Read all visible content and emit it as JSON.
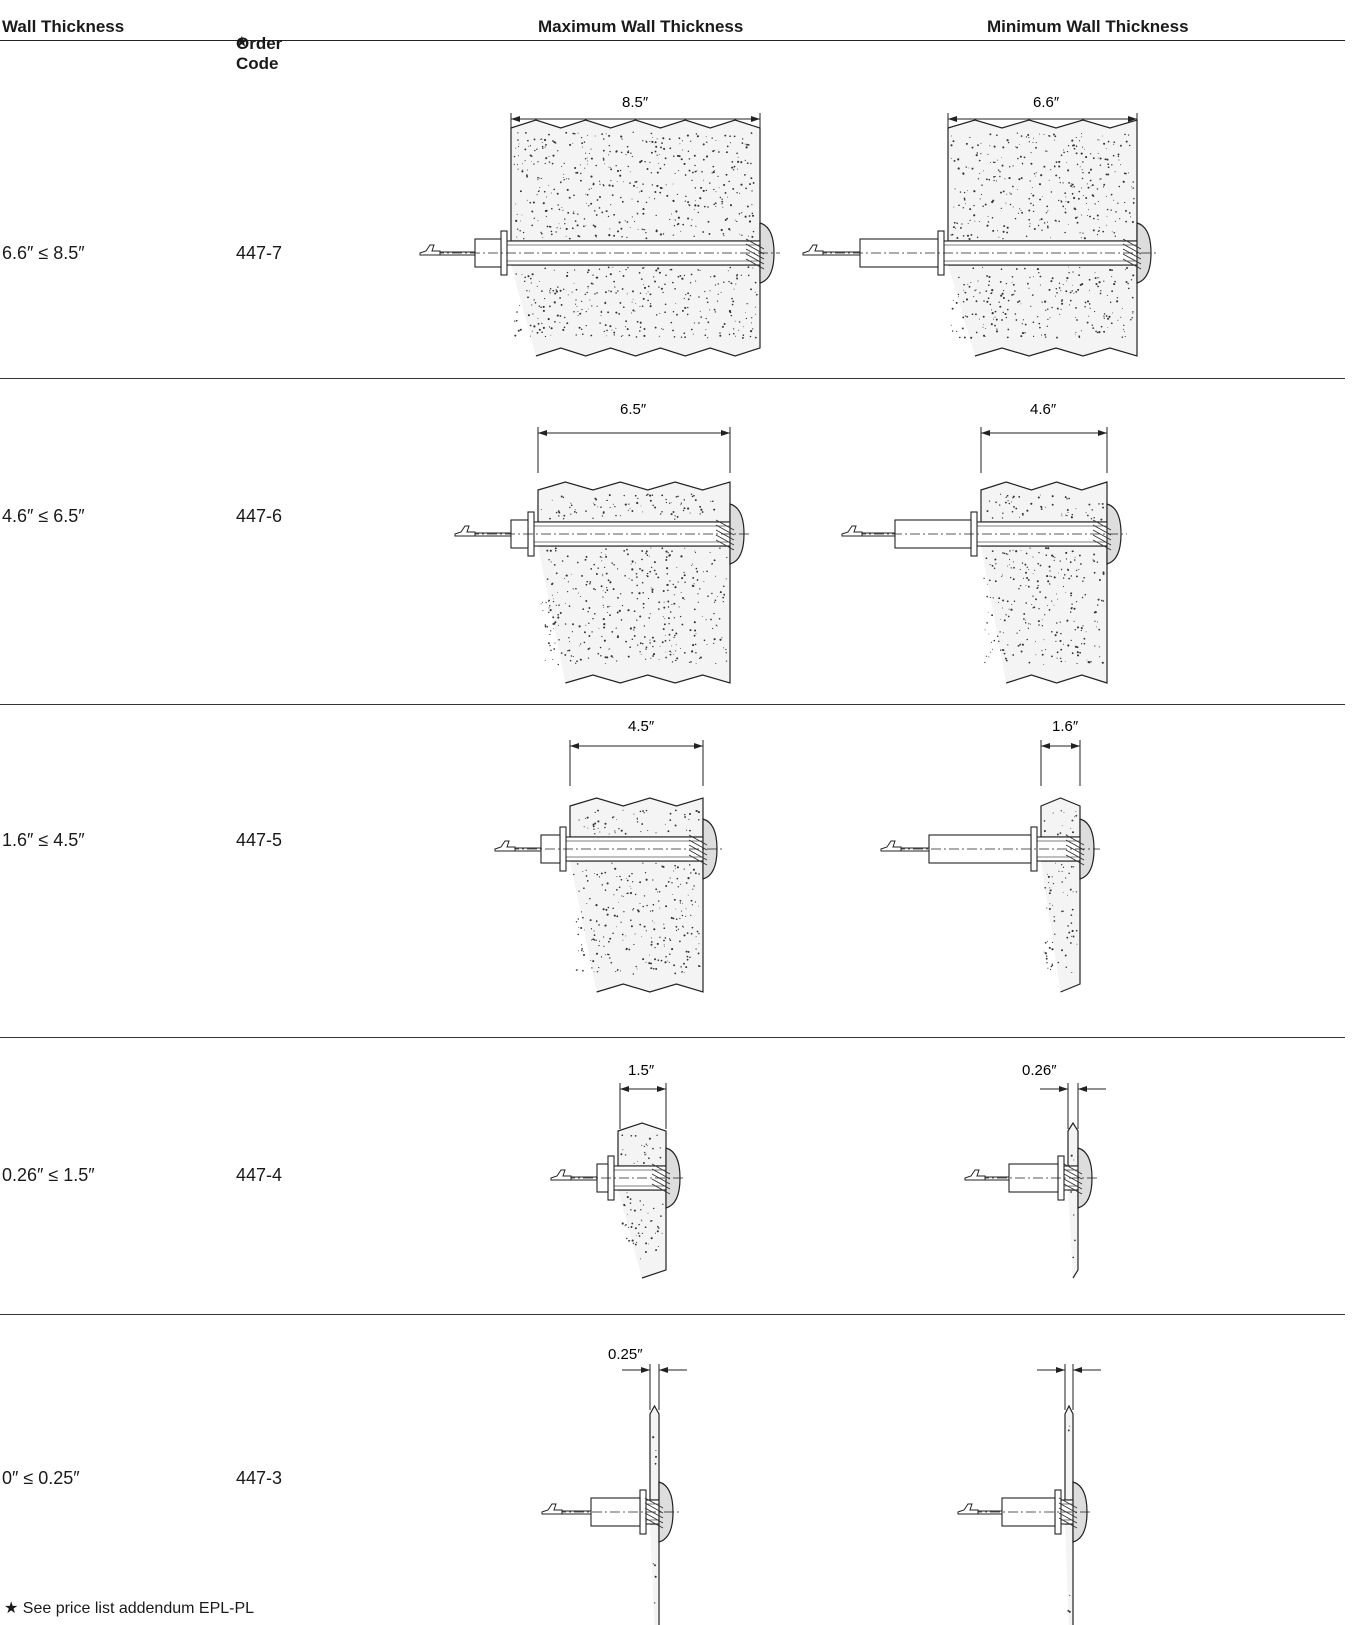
{
  "header": {
    "wall_thickness": "Wall Thickness",
    "order_code": "Order Code",
    "order_code_star": "★",
    "max_wall": "Maximum Wall Thickness",
    "min_wall": "Minimum Wall Thickness"
  },
  "rows": [
    {
      "wall": "6.6″ ≤ 8.5″",
      "code": "447-7",
      "max_dim": "8.5″",
      "min_dim": "6.6″"
    },
    {
      "wall": "4.6″ ≤ 6.5″",
      "code": "447-6",
      "max_dim": "6.5″",
      "min_dim": "4.6″"
    },
    {
      "wall": "1.6″ ≤ 4.5″",
      "code": "447-5",
      "max_dim": "4.5″",
      "min_dim": "1.6″"
    },
    {
      "wall": "0.26″ ≤ 1.5″",
      "code": "447-4",
      "max_dim": "1.5″",
      "min_dim": "0.26″"
    },
    {
      "wall": "0″ ≤ 0.25″",
      "code": "447-3",
      "max_dim": "0.25″",
      "min_dim": ""
    }
  ],
  "footnote": "★  See price list addendum EPL-PL",
  "colors": {
    "text": "#1a1a1a",
    "rule": "#222222",
    "concrete_fill": "#f4f4f4"
  }
}
